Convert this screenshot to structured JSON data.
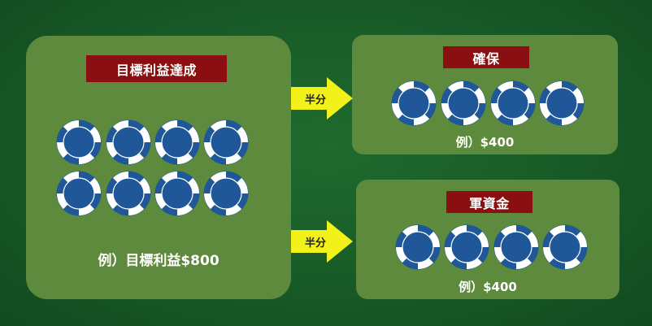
{
  "main": {
    "label": "目標利益達成",
    "caption": "例）目標利益$800"
  },
  "arrows": {
    "top": "半分",
    "bottom": "半分"
  },
  "secure": {
    "label": "確保",
    "caption": "例）$400"
  },
  "bankroll": {
    "label": "軍資金",
    "caption": "例）$400"
  },
  "colors": {
    "background": "#185a27",
    "panel": "#5d8a3c",
    "label_box": "#8b0e10",
    "arrow": "#f2f21a",
    "chip_blue": "#1f5799",
    "chip_white": "#ffffff"
  },
  "chips": {
    "main_count": 8,
    "secure_count": 4,
    "bankroll_count": 4
  }
}
